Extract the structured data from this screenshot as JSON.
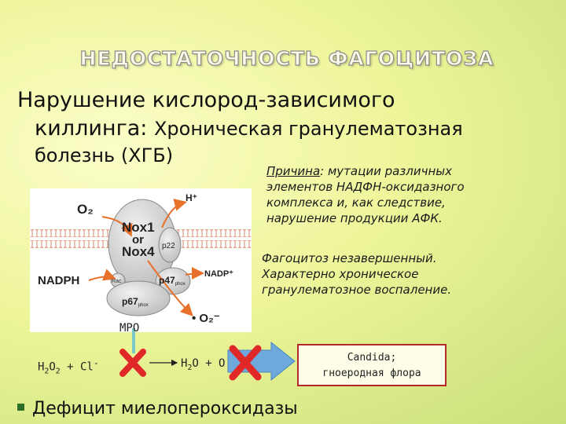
{
  "title": "НЕДОСТАТОЧНОСТЬ ФАГОЦИТОЗА",
  "lead": {
    "line1": "Нарушение кислород-зависимого",
    "line2_main": "киллинга: ",
    "line2_rest": "Хроническая гранулематозная",
    "line3": "болезнь (ХГБ)"
  },
  "cause": {
    "label": "Причина",
    "text": ": мутации различных элементов НАДФН-оксидазного комплекса и, как следствие, нарушение продукции АФК."
  },
  "phagocytosis": "Фагоцитоз незавершенный. Характерно хроническое гранулематозное воспаление.",
  "diagram": {
    "o2": "O₂",
    "h_plus": "H⁺",
    "nox1": "Nox1",
    "or": "or",
    "nox4": "Nox4",
    "p22": "p22",
    "nadph": "NADPH",
    "rac": "Rac",
    "p47": "p47",
    "p47_sub": "phox",
    "nadp_plus": "NADP⁺",
    "p67": "p67",
    "p67_sub": "phox",
    "superoxide": "• O₂⁻"
  },
  "reaction": {
    "mpo": "MPO",
    "left_parts": [
      "H",
      "2",
      "O",
      "2",
      " + Cl",
      "-"
    ],
    "right_parts": [
      "H",
      "2",
      "O + O"
    ]
  },
  "candida": {
    "line1": "Candida;",
    "line2": "гноеродная флора"
  },
  "bullet": "Дефицит миелопероксидазы",
  "colors": {
    "protein_fill": "#d9d9d9",
    "arrow_orange": "#e8702a",
    "cross_red": "#e02828",
    "arrow_blue": "#6fa8dc",
    "membrane": "#e8a48a"
  }
}
